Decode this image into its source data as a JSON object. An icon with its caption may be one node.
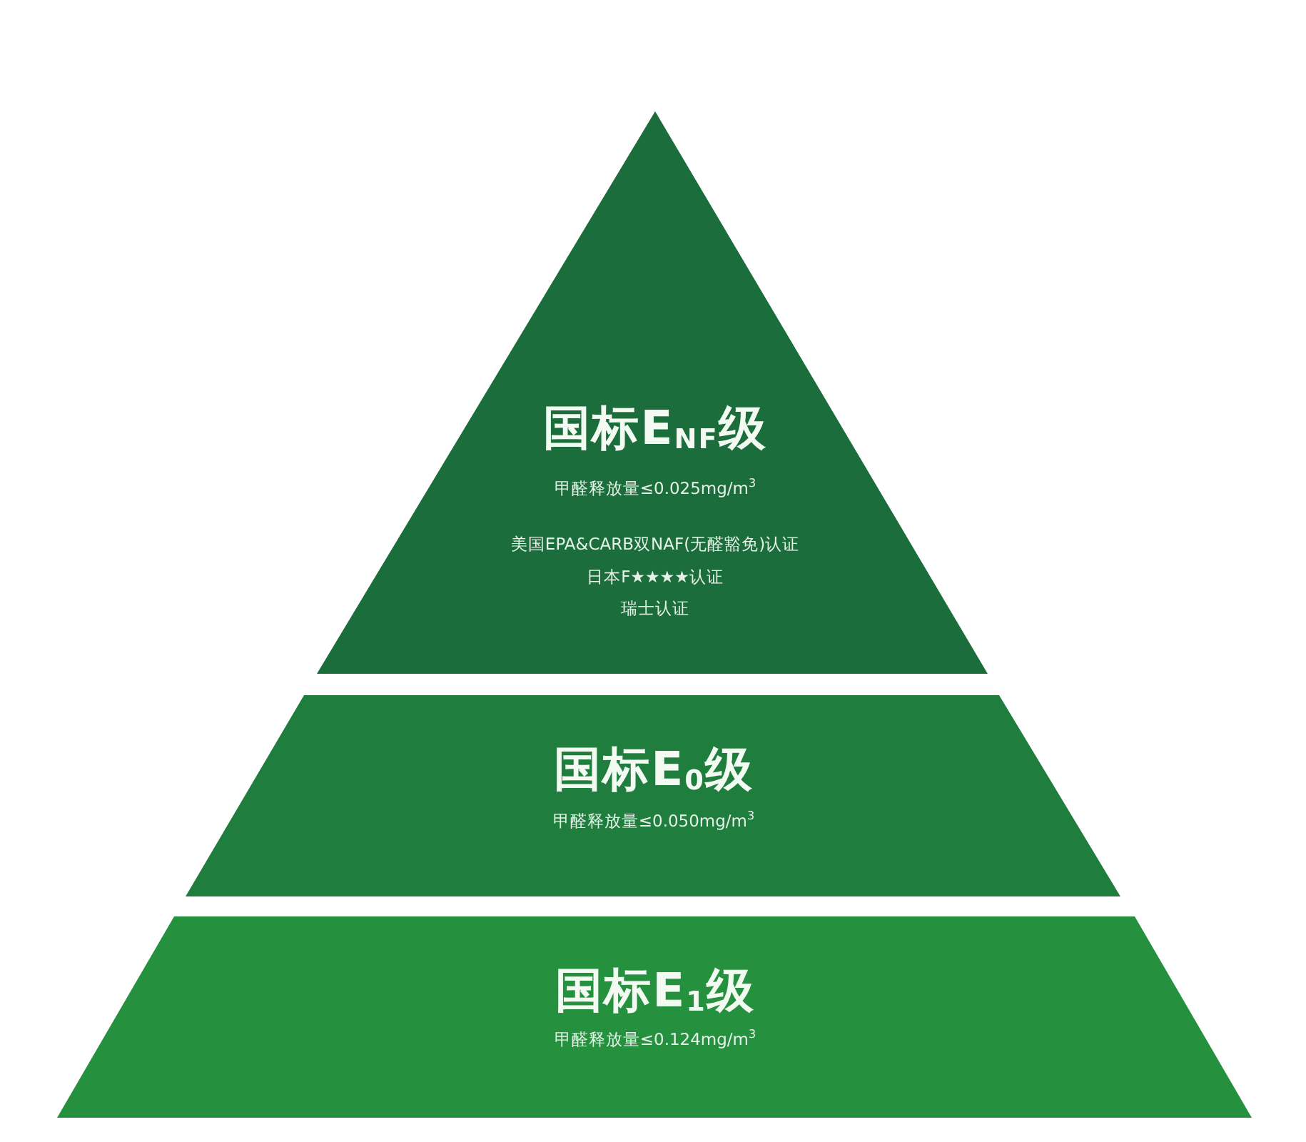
{
  "diagram": {
    "nodes": [
      {
        "text": [
          "国标E$_{NF}$级",
          "甲醛释放量≤0.025mg/m$^{3}$",
          "美国EPA&CARB双NAF(无醛豁免)认证",
          "日本F★★★★认证",
          "瑞士认证"
        ]
      },
      {
        "text": [
          "国标E$_{0}$级",
          "甲醛释放量≤0.050mg/m$^{3}$"
        ]
      },
      {
        "text": [
          "国标E$_{1}$级",
          "甲醛释放量≤0.124mg/m$^{3}$"
        ]
      }
    ]
  }
}
